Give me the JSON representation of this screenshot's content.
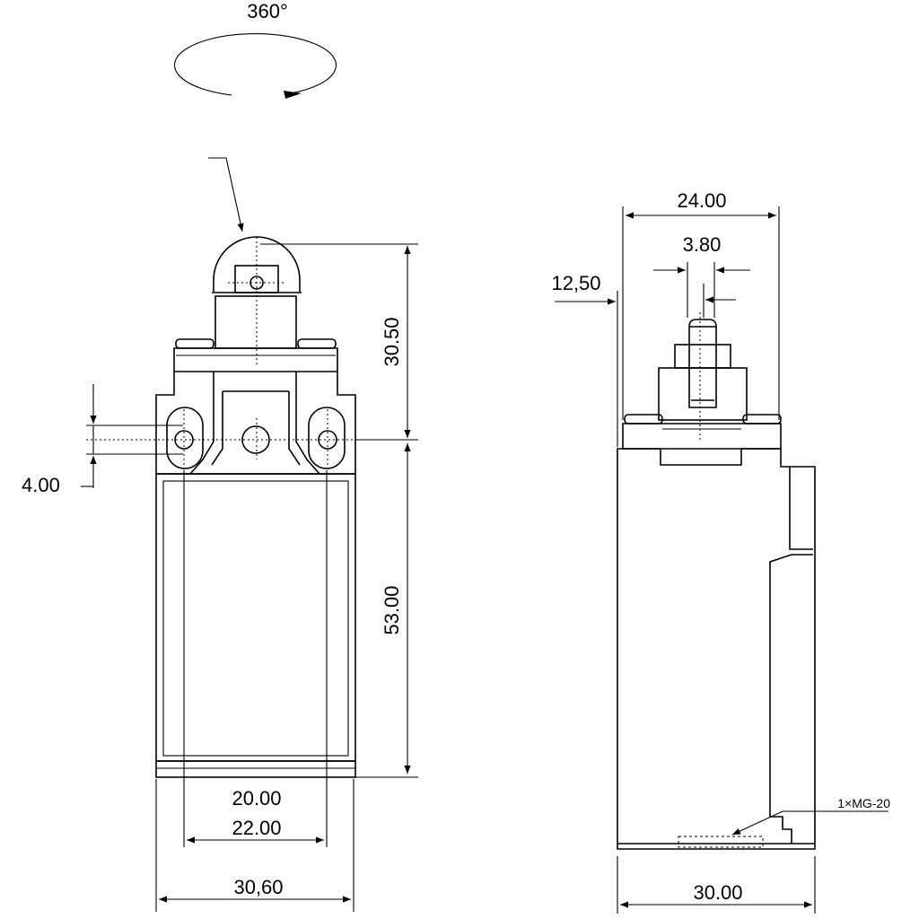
{
  "labels": {
    "rotation": "360°",
    "dim_30_50": "30.50",
    "dim_53_00": "53.00",
    "dim_4_00": "4.00",
    "dim_20_00": "20.00",
    "dim_22_00": "22.00",
    "dim_30_60": "30,60",
    "dim_24_00": "24.00",
    "dim_3_80": "3.80",
    "dim_12_50": "12,50",
    "dim_30_00": "30.00",
    "cable_entry": "1×MG-20"
  },
  "colors": {
    "line": "#000000",
    "background": "#ffffff"
  }
}
